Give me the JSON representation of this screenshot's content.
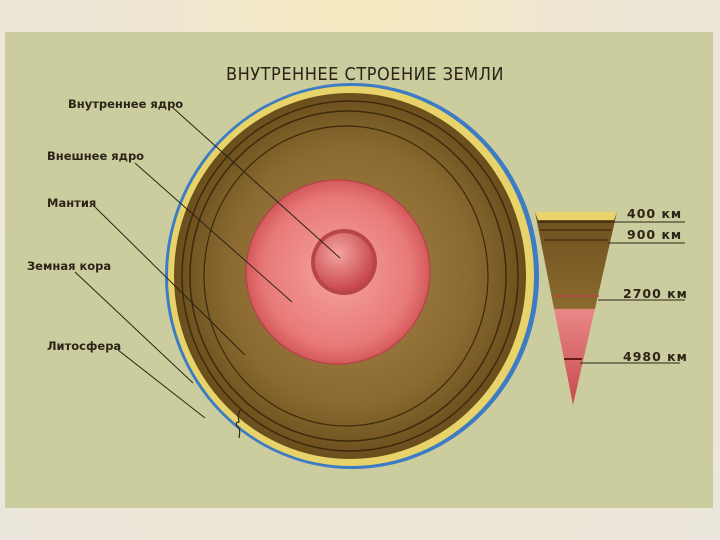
{
  "title": "ВНУТРЕННЕЕ СТРОЕНИЕ ЗЕМЛИ",
  "labels": [
    "Внутреннее ядро",
    "Внешнее ядро",
    "Мантия",
    "Земная кора",
    "Литосфера"
  ],
  "depths": [
    "400 км",
    "900 км",
    "2700 км",
    "4980 км"
  ],
  "colors": {
    "panel": "#cbcd9e",
    "mantle": "#7a5a22",
    "crust": "#e8d36a",
    "ocean": "#3d7cc4",
    "outer_core": "#e06a6a",
    "inner_core": "#d95a5a"
  }
}
